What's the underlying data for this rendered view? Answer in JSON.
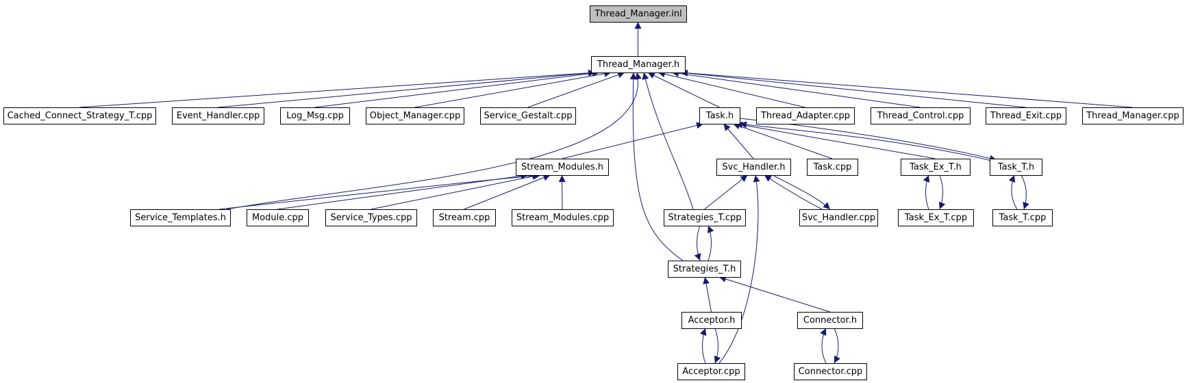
{
  "graph": {
    "edge_color": "#191970",
    "root_fill": "#bfbfbf",
    "nodes": [
      {
        "id": "tm_inl",
        "label": "Thread_Manager.inl",
        "root": true
      },
      {
        "id": "tm_h",
        "label": "Thread_Manager.h"
      },
      {
        "id": "ccs",
        "label": "Cached_Connect_Strategy_T.cpp"
      },
      {
        "id": "eh",
        "label": "Event_Handler.cpp"
      },
      {
        "id": "lm",
        "label": "Log_Msg.cpp"
      },
      {
        "id": "om",
        "label": "Object_Manager.cpp"
      },
      {
        "id": "sg",
        "label": "Service_Gestalt.cpp"
      },
      {
        "id": "task_h",
        "label": "Task.h"
      },
      {
        "id": "ta",
        "label": "Thread_Adapter.cpp"
      },
      {
        "id": "tc",
        "label": "Thread_Control.cpp"
      },
      {
        "id": "te",
        "label": "Thread_Exit.cpp"
      },
      {
        "id": "tm_cpp",
        "label": "Thread_Manager.cpp"
      },
      {
        "id": "sm_h",
        "label": "Stream_Modules.h"
      },
      {
        "id": "svch_h",
        "label": "Svc_Handler.h"
      },
      {
        "id": "task_cpp",
        "label": "Task.cpp"
      },
      {
        "id": "tet_h",
        "label": "Task_Ex_T.h"
      },
      {
        "id": "tt_h",
        "label": "Task_T.h"
      },
      {
        "id": "st_h",
        "label": "Service_Templates.h"
      },
      {
        "id": "mod",
        "label": "Module.cpp"
      },
      {
        "id": "stypes",
        "label": "Service_Types.cpp"
      },
      {
        "id": "stream",
        "label": "Stream.cpp"
      },
      {
        "id": "sm_cpp",
        "label": "Stream_Modules.cpp"
      },
      {
        "id": "strat_cpp",
        "label": "Strategies_T.cpp"
      },
      {
        "id": "svch_cpp",
        "label": "Svc_Handler.cpp"
      },
      {
        "id": "tet_cpp",
        "label": "Task_Ex_T.cpp"
      },
      {
        "id": "tt_cpp",
        "label": "Task_T.cpp"
      },
      {
        "id": "strat_h",
        "label": "Strategies_T.h"
      },
      {
        "id": "acc_h",
        "label": "Acceptor.h"
      },
      {
        "id": "conn_h",
        "label": "Connector.h"
      },
      {
        "id": "acc_cpp",
        "label": "Acceptor.cpp"
      },
      {
        "id": "conn_cpp",
        "label": "Connector.cpp"
      }
    ],
    "edges": [
      {
        "from": "tm_h",
        "to": "tm_inl"
      },
      {
        "from": "ccs",
        "to": "tm_h"
      },
      {
        "from": "eh",
        "to": "tm_h"
      },
      {
        "from": "lm",
        "to": "tm_h"
      },
      {
        "from": "om",
        "to": "tm_h"
      },
      {
        "from": "sg",
        "to": "tm_h"
      },
      {
        "from": "task_h",
        "to": "tm_h"
      },
      {
        "from": "ta",
        "to": "tm_h"
      },
      {
        "from": "tc",
        "to": "tm_h"
      },
      {
        "from": "te",
        "to": "tm_h"
      },
      {
        "from": "tm_cpp",
        "to": "tm_h"
      },
      {
        "from": "st_h",
        "to": "tm_h"
      },
      {
        "from": "strat_cpp",
        "to": "tm_h"
      },
      {
        "from": "strat_h",
        "to": "tm_h"
      },
      {
        "from": "sm_h",
        "to": "task_h"
      },
      {
        "from": "svch_h",
        "to": "task_h"
      },
      {
        "from": "task_cpp",
        "to": "task_h"
      },
      {
        "from": "tet_h",
        "to": "task_h"
      },
      {
        "from": "tt_h",
        "to": "task_h"
      },
      {
        "from": "task_h",
        "to": "tt_h"
      },
      {
        "from": "st_h",
        "to": "sm_h"
      },
      {
        "from": "mod",
        "to": "sm_h"
      },
      {
        "from": "stypes",
        "to": "sm_h"
      },
      {
        "from": "stream",
        "to": "sm_h"
      },
      {
        "from": "sm_cpp",
        "to": "sm_h"
      },
      {
        "from": "strat_cpp",
        "to": "svch_h"
      },
      {
        "from": "svch_cpp",
        "to": "svch_h"
      },
      {
        "from": "svch_h",
        "to": "svch_cpp"
      },
      {
        "from": "acc_cpp",
        "to": "svch_h"
      },
      {
        "from": "tet_cpp",
        "to": "tet_h"
      },
      {
        "from": "tet_h",
        "to": "tet_cpp"
      },
      {
        "from": "tt_cpp",
        "to": "tt_h"
      },
      {
        "from": "tt_h",
        "to": "tt_cpp"
      },
      {
        "from": "strat_h",
        "to": "strat_cpp"
      },
      {
        "from": "strat_cpp",
        "to": "strat_h"
      },
      {
        "from": "acc_h",
        "to": "strat_h"
      },
      {
        "from": "conn_h",
        "to": "strat_h"
      },
      {
        "from": "acc_cpp",
        "to": "acc_h"
      },
      {
        "from": "acc_h",
        "to": "acc_cpp"
      },
      {
        "from": "conn_cpp",
        "to": "conn_h"
      },
      {
        "from": "conn_h",
        "to": "conn_cpp"
      }
    ]
  }
}
